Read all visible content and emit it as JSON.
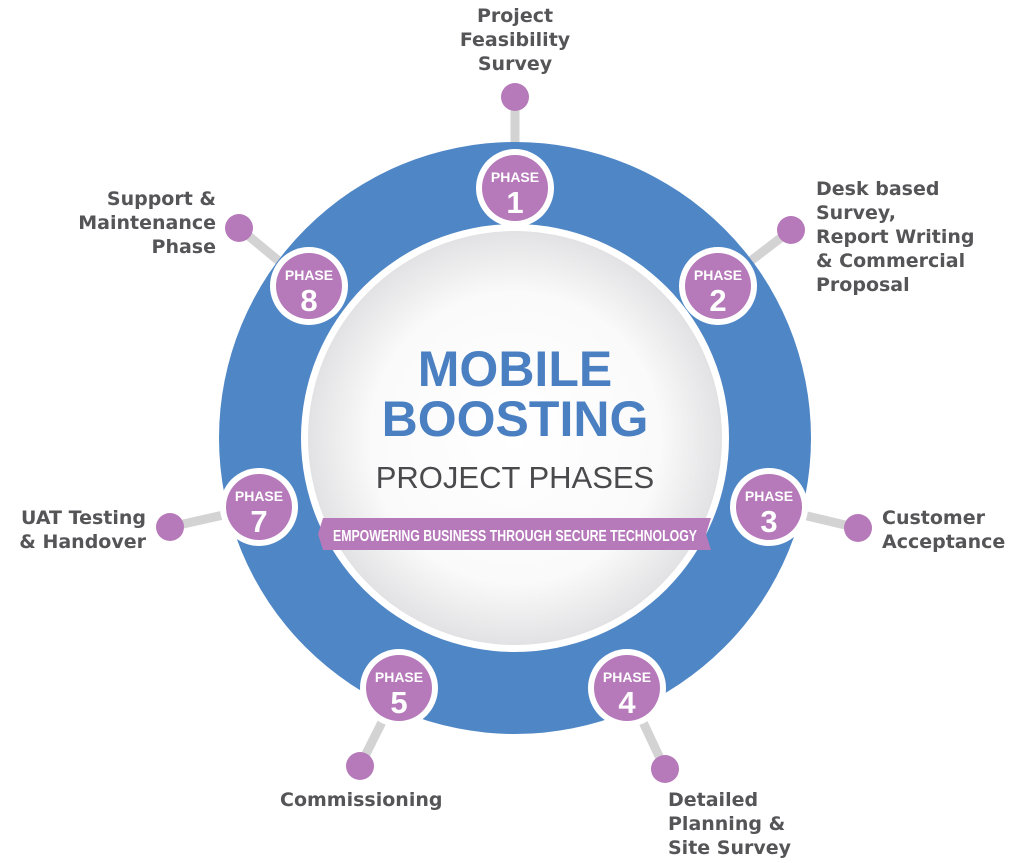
{
  "center": {
    "title_line1": "MOBILE",
    "title_line2": "BOOSTING",
    "subtitle": "PROJECT PHASES",
    "tagline": "EMPOWERING BUSINESS THROUGH SECURE TECHNOLOGY"
  },
  "phase_word": "PHASE",
  "phases": [
    {
      "number": "1",
      "label": "Project\nFeasibility\nSurvey"
    },
    {
      "number": "2",
      "label": "Desk based Survey,\nReport Writing\n& Commercial\nProposal"
    },
    {
      "number": "3",
      "label": "Customer\nAcceptance"
    },
    {
      "number": "4",
      "label": "Detailed\nPlanning &\nSite Survey"
    },
    {
      "number": "5",
      "label": "Commissioning"
    },
    {
      "number": "7",
      "label": "UAT Testing\n& Handover"
    },
    {
      "number": "8",
      "label": "Support &\nMaintenance\nPhase"
    }
  ],
  "colors": {
    "ring": "#4e86c6",
    "phase_badge": "#b679ba",
    "title": "#4a7fc1",
    "subtitle": "#4a4a4d",
    "tagline_band": "#b679ba",
    "connector": "#d3d3d3",
    "label_text": "#555558"
  }
}
